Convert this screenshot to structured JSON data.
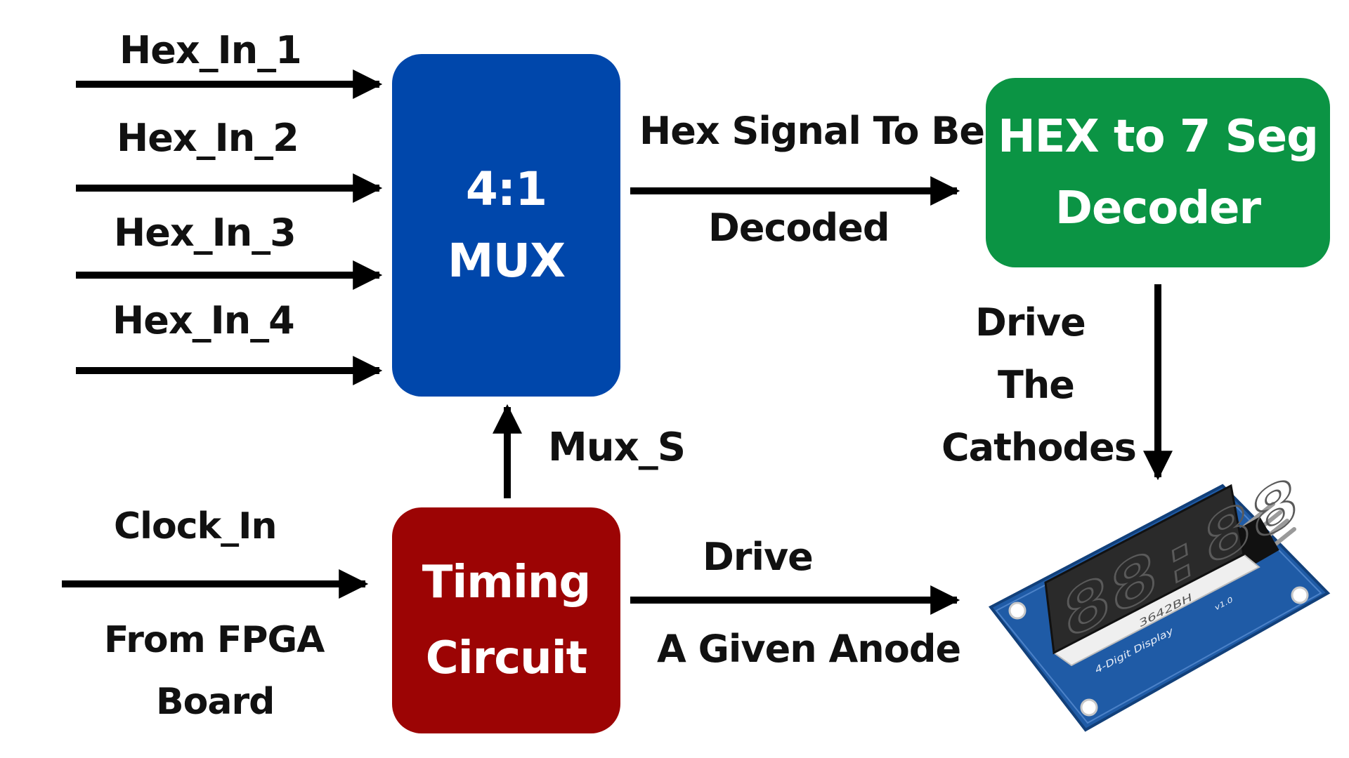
{
  "inputs": {
    "hex_in_1": "Hex_In_1",
    "hex_in_2": "Hex_In_2",
    "hex_in_3": "Hex_In_3",
    "hex_in_4": "Hex_In_4",
    "clock_in": "Clock_In",
    "clock_source_line1": "From FPGA",
    "clock_source_line2": "Board"
  },
  "blocks": {
    "mux": {
      "line1": "4:1",
      "line2": "MUX",
      "color": "#0047AB"
    },
    "decoder": {
      "line1": "HEX to 7 Seg",
      "line2": "Decoder",
      "color": "#0B9444"
    },
    "timing": {
      "line1": "Timing",
      "line2": "Circuit",
      "color": "#9C0404"
    }
  },
  "signals": {
    "mux_out_line1": "Hex Signal To Be",
    "mux_out_line2": "Decoded",
    "select": "Mux_S",
    "cathodes_line1": "Drive",
    "cathodes_line2": "The",
    "cathodes_line3": "Cathodes",
    "anode_line1": "Drive",
    "anode_line2": "A Given Anode"
  },
  "display_module": {
    "digits": "88:88",
    "part_number": "3642BH",
    "board_text": "4-Digit Display",
    "version": "v1.0",
    "board_color": "#1F5BA6"
  }
}
